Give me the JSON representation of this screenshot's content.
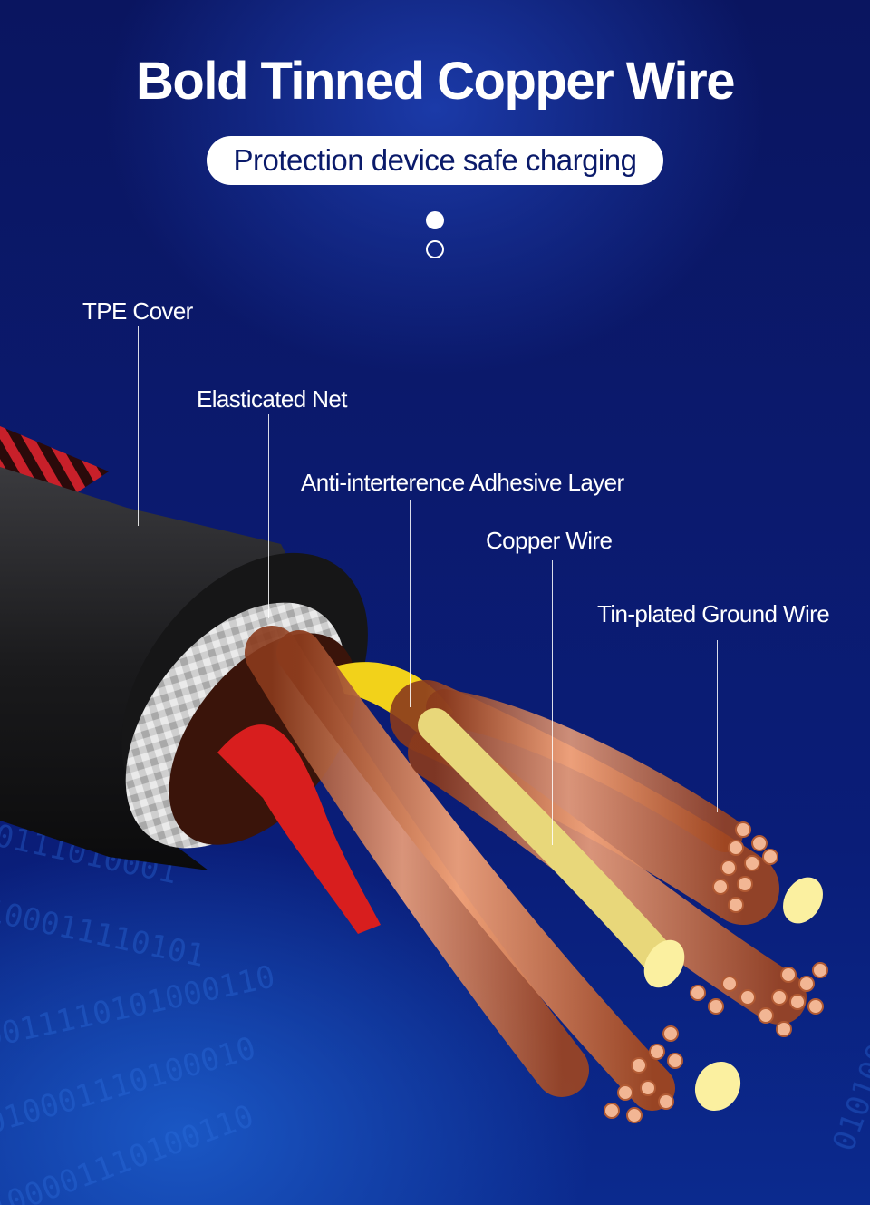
{
  "title": "Bold Tinned Copper Wire",
  "subtitle": "Protection device safe charging",
  "labels": {
    "tpe_cover": "TPE Cover",
    "elasticated_net": "Elasticated Net",
    "adhesive_layer": "Anti-interterence Adhesive Layer",
    "copper_wire": "Copper Wire",
    "ground_wire": "Tin-plated Ground Wire"
  },
  "colors": {
    "background": "#0a1a6e",
    "copper": "#d9784a",
    "yellow_insulation": "#f2d21a",
    "red_insulation": "#d81e1e",
    "jacket": "#1c1c1e"
  }
}
